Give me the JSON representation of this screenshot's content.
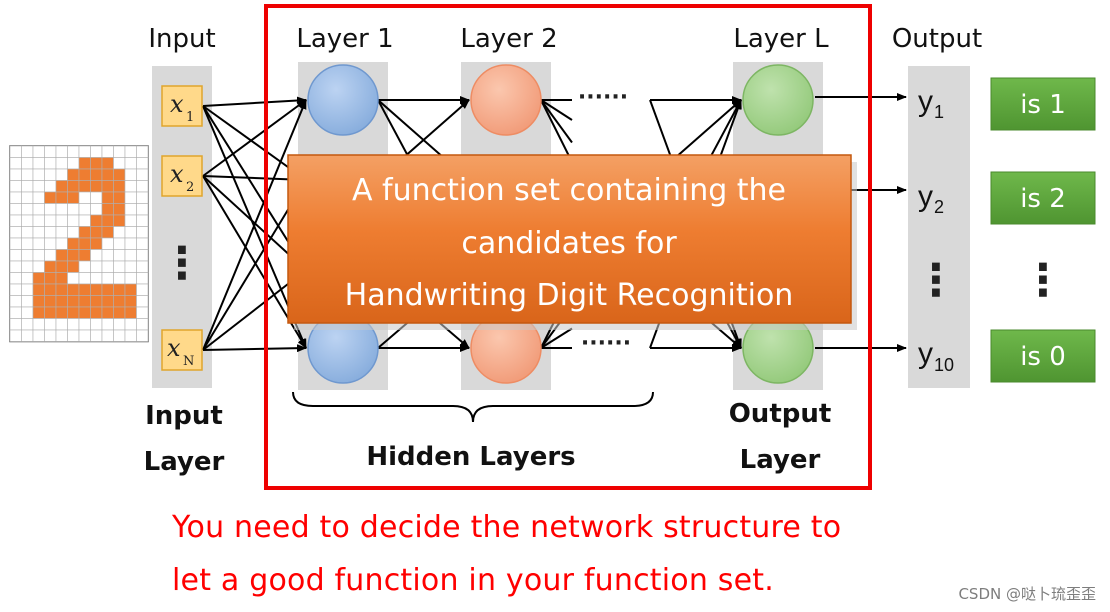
{
  "headers": {
    "input": "Input",
    "layer1": "Layer 1",
    "layer2": "Layer 2",
    "layerL": "Layer L",
    "output": "Output"
  },
  "inputs": {
    "x1": {
      "base": "x",
      "sub": "1"
    },
    "x2": {
      "base": "x",
      "sub": "2"
    },
    "xN": {
      "base": "x",
      "sub": "N"
    },
    "dots": "⋮"
  },
  "outputs": {
    "y1": {
      "base": "y",
      "sub": "1"
    },
    "y2": {
      "base": "y",
      "sub": "2"
    },
    "y10": {
      "base": "y",
      "sub": "10"
    },
    "dots": "⋮"
  },
  "hidden_dots": "······",
  "result_boxes": [
    "is 1",
    "is 2",
    "is 0"
  ],
  "result_dots": "⋮",
  "labels": {
    "input_layer_1": "Input",
    "input_layer_2": "Layer",
    "hidden_layers": "Hidden Layers",
    "output_layer_1": "Output",
    "output_layer_2": "Layer"
  },
  "callout": [
    "A function set containing the",
    "candidates for",
    "Handwriting Digit Recognition"
  ],
  "caption": [
    "You need to decide the network structure to",
    "let a good function in your function set."
  ],
  "watermark": "CSDN @哒卜琉歪歪",
  "colors": {
    "frame_red": "#ee0000",
    "layer1_blue": "#8fb4e3",
    "layer2_orange": "#f7a989",
    "layerL_green": "#9dcf84",
    "result_green": "#5aa33a",
    "callout_orange": "#ee7d31",
    "digit_orange": "#ee7d31",
    "input_yellow": "#ffd98a"
  }
}
